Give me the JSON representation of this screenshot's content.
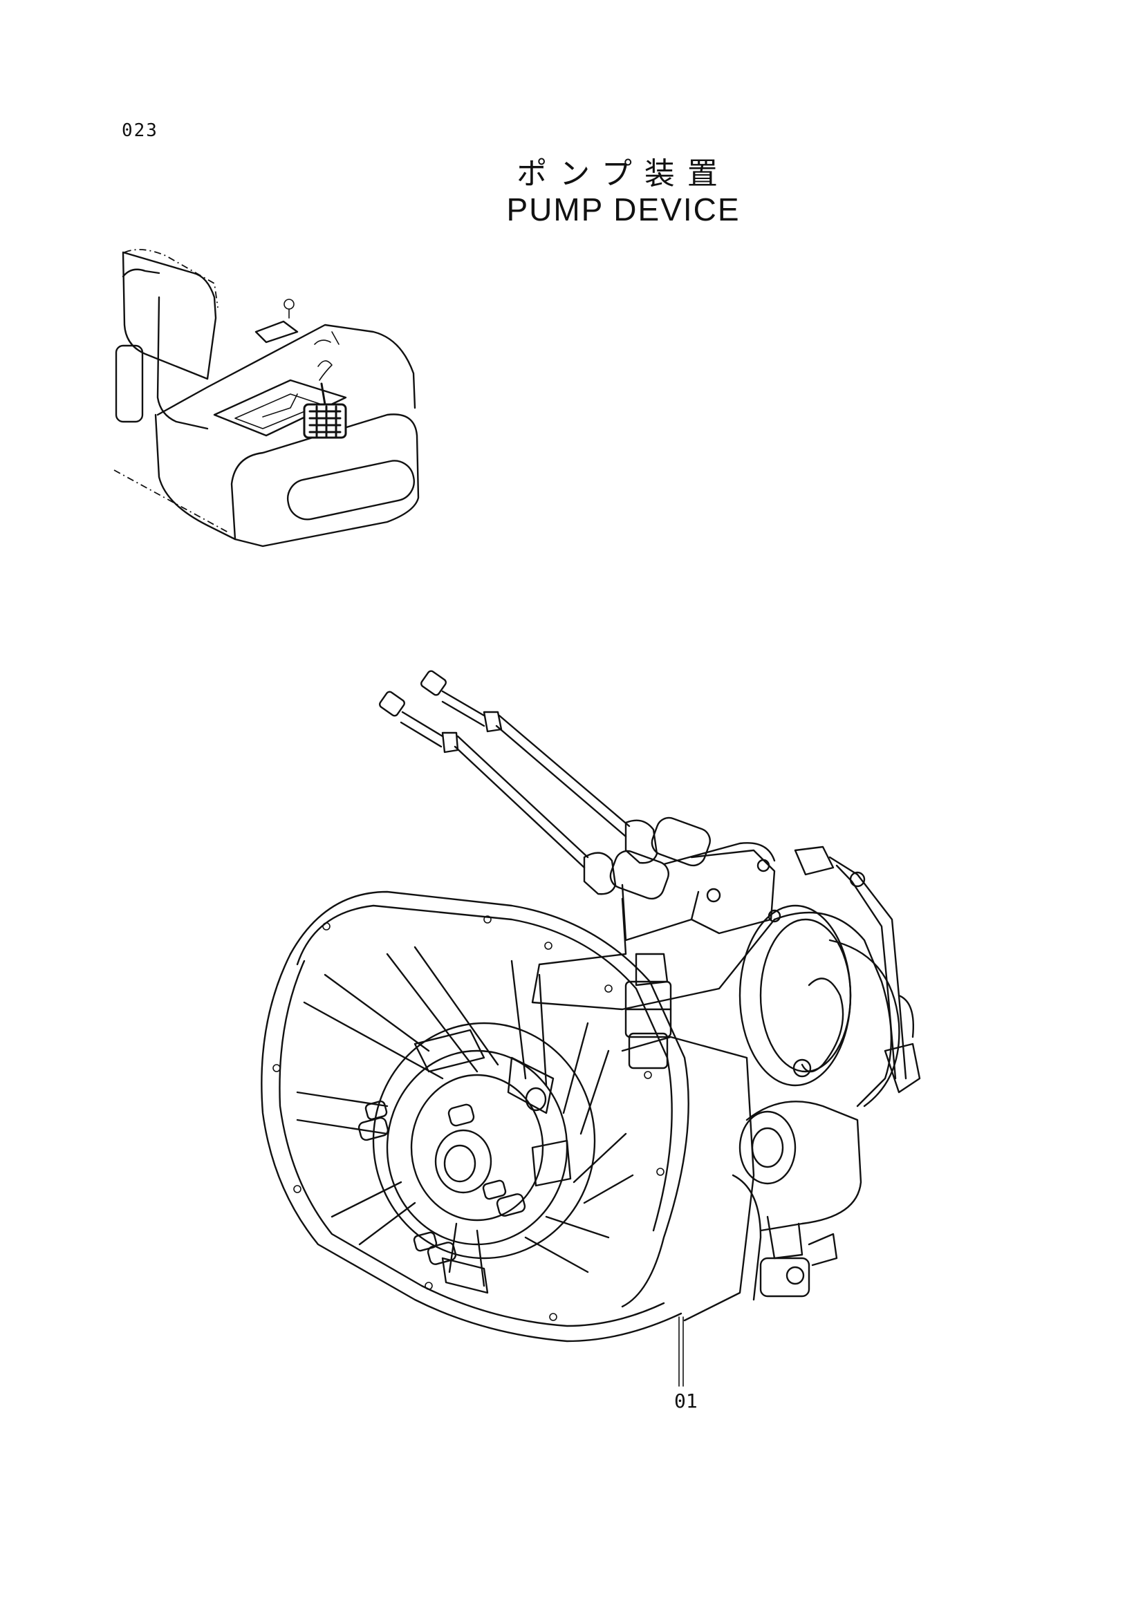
{
  "page": {
    "number": "023",
    "title_jp": "ポンプ装置",
    "title_en": "PUMP DEVICE"
  },
  "callouts": [
    {
      "label": "01"
    }
  ]
}
